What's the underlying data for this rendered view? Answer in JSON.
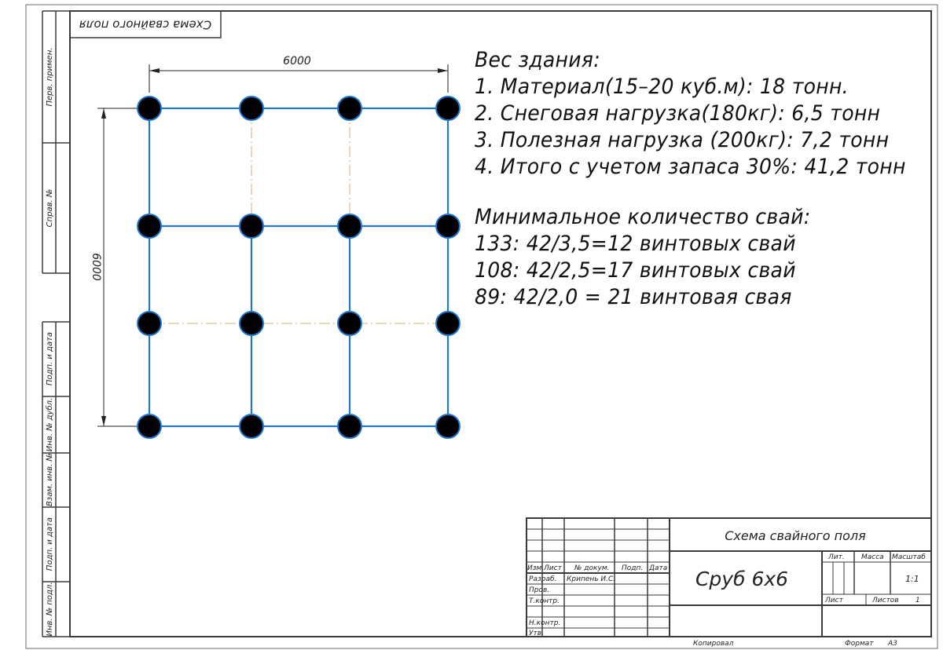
{
  "top_label": "Схема свайного поля",
  "dimension_horizontal": "6000",
  "dimension_vertical": "6000",
  "notes": {
    "weight_title": "Вес здания:",
    "weight_items": [
      "1. Материал(15–20 куб.м): 18 тонн.",
      "2. Снеговая нагрузка(180кг): 6,5 тонн",
      "3. Полезная нагрузка (200кг): 7,2 тонн",
      "4. Итого с учетом запаса 30%: 41,2 тонн"
    ],
    "piles_title": "Минимальное количество свай:",
    "piles_items": [
      "133: 42/3,5=12 винтовых свай",
      "108: 42/2,5=17 винтовых свай",
      "89: 42/2,0 = 21 винтовая свая"
    ]
  },
  "side_labels": [
    "Перв. примен.",
    "Справ. №",
    "Подп. и дата",
    "Инв. № дубл.",
    "Взам. инв. №",
    "Подп. и дата",
    "Инв. № подл."
  ],
  "title_block": {
    "drawing_title": "Схема свайного поля",
    "object_name": "Сруб 6х6",
    "columns": {
      "izm": "Изм.",
      "list": "Лист",
      "doc": "№ докум.",
      "podp": "Подп.",
      "data": "Дата"
    },
    "rows": {
      "razrab": "Разраб.",
      "razrab_name": "Крипень И.С.",
      "prov": "Пров.",
      "tkontr": "Т.контр.",
      "nkontr": "Н.контр.",
      "utv": "Утв."
    },
    "lit": "Лит.",
    "massa": "Масса",
    "masshtab": "Масштаб",
    "scale": "1:1",
    "sheet_label": "Лист",
    "sheets_label": "Листов",
    "sheets_count": "1",
    "kopiroval": "Копировал",
    "format_label": "Формат",
    "format_value": "А3"
  },
  "colors": {
    "frame": "#3a3a3a",
    "grid": "#1e78d2",
    "axis": "#e0bf8c",
    "pile": "#000000",
    "dimension": "#222222"
  }
}
